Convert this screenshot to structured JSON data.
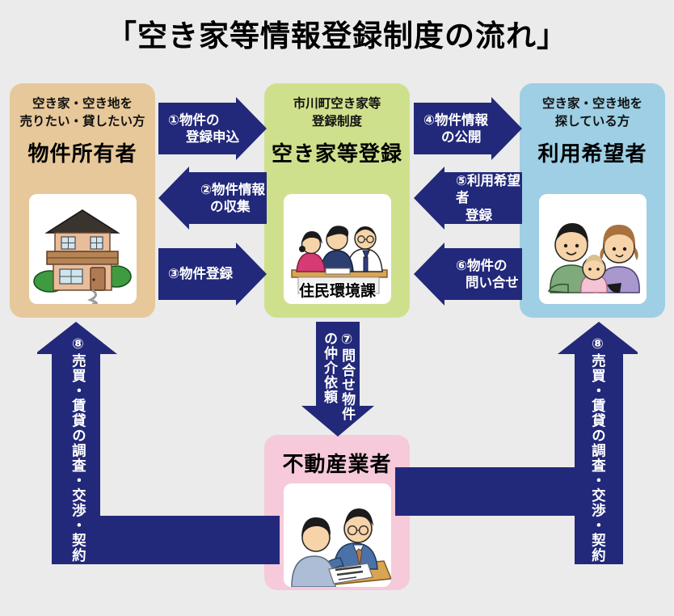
{
  "page": {
    "title": "「空き家等情報登録制度の流れ」",
    "background_color": "#ebebeb",
    "arrow_color": "#22297a",
    "title_color": "#000000"
  },
  "boxes": {
    "owner": {
      "kicker": "空き家・空き地を\n売りたい・貸したい方",
      "name": "物件所有者",
      "color": "#e7c89a",
      "illustration": "house-illustration",
      "caption": ""
    },
    "town": {
      "kicker": "市川町空き家等\n登録制度",
      "name": "空き家等登録",
      "color": "#cfe08d",
      "illustration": "counter-consultation-illustration",
      "caption": "住民環境課"
    },
    "seeker": {
      "kicker": "空き家・空き地を\n探している方",
      "name": "利用希望者",
      "color": "#9ecfe4",
      "illustration": "family-illustration",
      "caption": ""
    },
    "agent": {
      "kicker": "",
      "name": "不動産業者",
      "color": "#f6cada",
      "illustration": "agent-meeting-illustration",
      "caption": ""
    }
  },
  "arrows": [
    {
      "id": "arrow-1",
      "number": "①",
      "line1": "①物件の",
      "line2": "登録申込",
      "direction": "right",
      "from": "owner",
      "to": "town"
    },
    {
      "id": "arrow-2",
      "number": "②",
      "line1": "②物件情報",
      "line2": "の収集",
      "direction": "left",
      "from": "town",
      "to": "owner"
    },
    {
      "id": "arrow-3",
      "number": "③",
      "line1": "③物件登録",
      "line2": "",
      "direction": "right",
      "from": "owner",
      "to": "town"
    },
    {
      "id": "arrow-4",
      "number": "④",
      "line1": "④物件情報",
      "line2": "の公開",
      "direction": "right",
      "from": "town",
      "to": "seeker"
    },
    {
      "id": "arrow-5",
      "number": "⑤",
      "line1": "⑤利用希望者",
      "line2": "登録",
      "direction": "left",
      "from": "seeker",
      "to": "town"
    },
    {
      "id": "arrow-6",
      "number": "⑥",
      "line1": "⑥物件の",
      "line2": "問い合せ",
      "direction": "left",
      "from": "seeker",
      "to": "town"
    },
    {
      "id": "arrow-7",
      "number": "⑦",
      "line1": "⑦問合せ物件",
      "line2": "の仲介依頼",
      "direction": "down",
      "from": "town",
      "to": "agent"
    },
    {
      "id": "arrow-8-left",
      "number": "⑧",
      "line1": "⑧売買・賃貸の調査・交渉・契約",
      "line2": "",
      "direction": "up",
      "from": "agent",
      "to": "owner"
    },
    {
      "id": "arrow-8-right",
      "number": "⑧",
      "line1": "⑧売買・賃貸の調査・交渉・契約",
      "line2": "",
      "direction": "up",
      "from": "agent",
      "to": "seeker"
    }
  ]
}
